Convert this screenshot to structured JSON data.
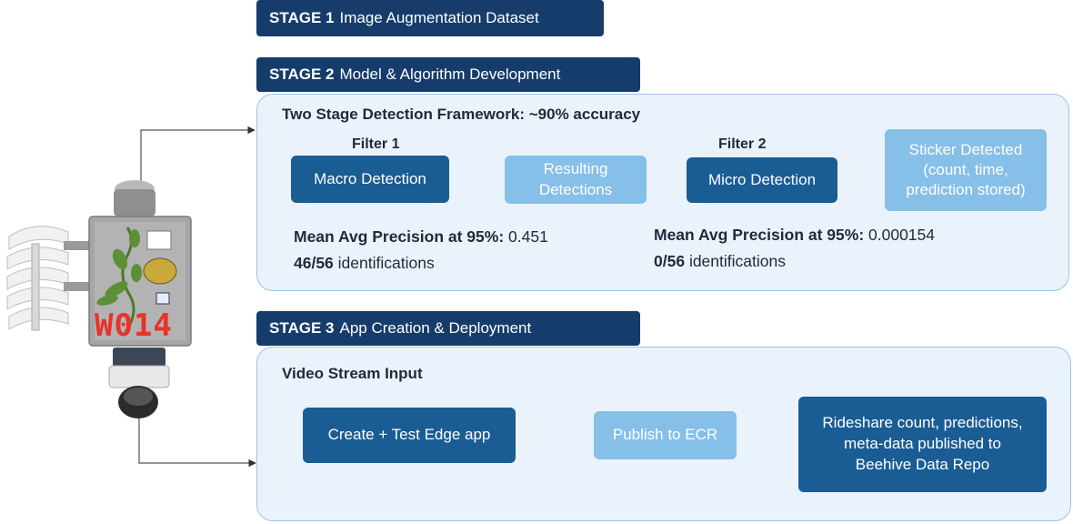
{
  "stage1": {
    "prefix": "STAGE 1",
    "title": "Image Augmentation Dataset"
  },
  "stage2": {
    "prefix": "STAGE 2",
    "title": "Model & Algorithm Development",
    "panel_title": "Two Stage Detection Framework: ~90% accuracy",
    "filter1": {
      "label": "Filter 1",
      "box": "Macro Detection",
      "map_label": "Mean Avg Precision at 95%:",
      "map_value": "0.451",
      "ident_count": "46/56",
      "ident_label": "identifications"
    },
    "middle_box": [
      "Resulting",
      "Detections"
    ],
    "filter2": {
      "label": "Filter 2",
      "box": "Micro Detection",
      "map_label": "Mean Avg Precision at 95%:",
      "map_value": "0.000154",
      "ident_count": "0/56",
      "ident_label": "identifications"
    },
    "output_box": [
      "Sticker Detected",
      "(count, time,",
      "prediction stored)"
    ]
  },
  "stage3": {
    "prefix": "STAGE 3",
    "title": "App Creation & Deployment",
    "panel_title": "Video Stream Input",
    "step1": "Create + Test Edge app",
    "step2": "Publish to ECR",
    "step3": [
      "Rideshare count, predictions,",
      "meta-data published to",
      "Beehive Data Repo"
    ]
  },
  "device": {
    "label": "W014"
  },
  "colors": {
    "stage_header": "#163c6b",
    "panel_fill": "#eaf3fc",
    "panel_border": "#9cc3ea",
    "box_dark": "#1a5c94",
    "box_light": "#86bfe8",
    "device_label": "#e8322b"
  }
}
